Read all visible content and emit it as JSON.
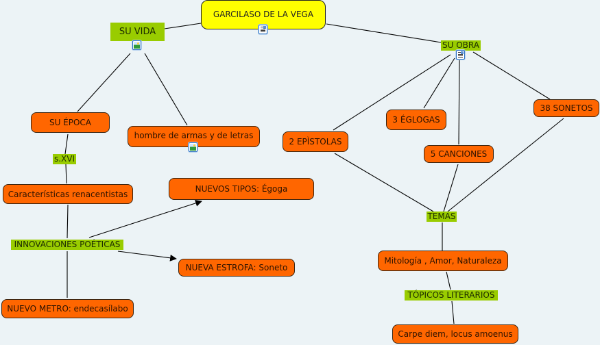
{
  "map": {
    "title": "GARCILASO DE LA VEGA",
    "colors": {
      "root_fill": "#ffff00",
      "concept_fill": "#ff6600",
      "linking_phrase_fill": "#99cc00",
      "background": "#ecf3f6",
      "line": "#000000"
    },
    "concepts": {
      "root": "GARCILASO DE LA VEGA",
      "su_epoca": "SU ÉPOCA",
      "hombre": "hombre de armas y de letras",
      "caracteristicas": "Características renacentistas",
      "nuevos_tipos": "NUEVOS TIPOS: Égoga",
      "nueva_estrofa": "NUEVA ESTROFA: Soneto",
      "nuevo_metro": "NUEVO METRO: endecasílabo",
      "epistolas": "2 EPÌSTOLAS",
      "eglogas": "3 ÉGLOGAS",
      "canciones": "5 CANCIONES",
      "sonetos": "38 SONETOS",
      "mitologia": "Mitología , Amor, Naturaleza",
      "carpe": "Carpe diem, locus amoenus"
    },
    "linking_phrases": {
      "su_vida": "SU VIDA",
      "su_obra": "SU OBRA",
      "s_xvi": "s.XVI",
      "innovaciones": "INNOVACIONES POÉTICAS",
      "temas": "TEMAS",
      "topicos": "TÓPICOS LITERARIOS"
    },
    "resource_icons": {
      "root": "document-icon",
      "su_vida": "image-icon",
      "su_obra": "document-icon",
      "hombre": "image-icon"
    },
    "connections": [
      {
        "from": "root",
        "to": "su_vida",
        "arrow": false
      },
      {
        "from": "root",
        "to": "su_obra",
        "arrow": false
      },
      {
        "from": "su_vida",
        "to": "su_epoca",
        "arrow": false
      },
      {
        "from": "su_vida",
        "to": "hombre",
        "arrow": false
      },
      {
        "from": "su_epoca",
        "to": "s_xvi",
        "arrow": false
      },
      {
        "from": "s_xvi",
        "to": "caracteristicas",
        "arrow": false
      },
      {
        "from": "caracteristicas",
        "to": "innovaciones",
        "arrow": false
      },
      {
        "from": "innovaciones",
        "to": "nuevos_tipos",
        "arrow": true
      },
      {
        "from": "innovaciones",
        "to": "nueva_estrofa",
        "arrow": true
      },
      {
        "from": "innovaciones",
        "to": "nuevo_metro",
        "arrow": false
      },
      {
        "from": "su_obra",
        "to": "epistolas",
        "arrow": false
      },
      {
        "from": "su_obra",
        "to": "eglogas",
        "arrow": false
      },
      {
        "from": "su_obra",
        "to": "canciones",
        "arrow": false
      },
      {
        "from": "su_obra",
        "to": "sonetos",
        "arrow": false
      },
      {
        "from": "epistolas",
        "to": "temas",
        "arrow": false
      },
      {
        "from": "canciones",
        "to": "temas",
        "arrow": false
      },
      {
        "from": "sonetos",
        "to": "temas",
        "arrow": false
      },
      {
        "from": "temas",
        "to": "mitologia",
        "arrow": false
      },
      {
        "from": "mitologia",
        "to": "topicos",
        "arrow": false
      },
      {
        "from": "topicos",
        "to": "carpe",
        "arrow": false
      }
    ]
  }
}
